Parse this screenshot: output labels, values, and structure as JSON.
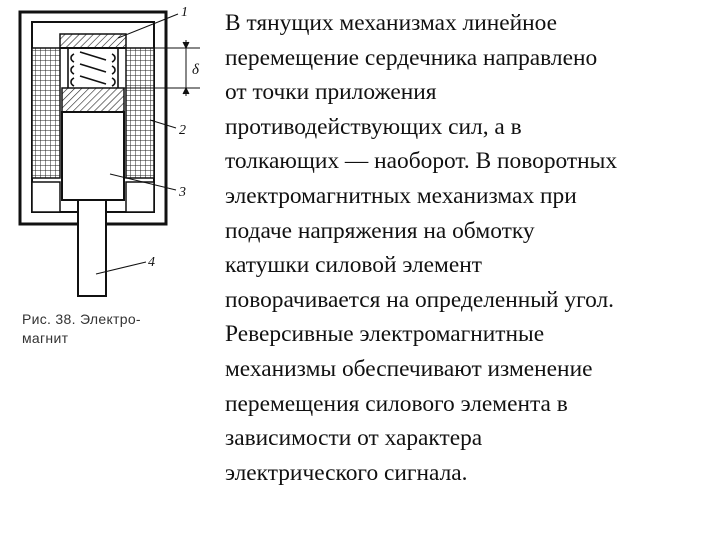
{
  "figure": {
    "labels": [
      "1",
      "2",
      "3",
      "4"
    ],
    "gap_symbol": "δ",
    "caption_lines": [
      "Рис. 38. Электро-",
      "магнит"
    ]
  },
  "text_lines": [
    "В тянущих механизмах линейное",
    "перемещение сердечника направлено",
    "от точки приложения",
    "противодействующих сил, а в",
    "толкающих — наоборот. В поворотных",
    "электромагнитных механизмах при",
    "подаче напряжения на обмотку",
    "катушки силовой элемент",
    "поворачивается на определенный угол.",
    "Реверсивные электромагнитные",
    "механизмы обеспечивают изменение",
    "перемещения силового элемента в",
    "зависимости от характера",
    "электрического сигнала."
  ]
}
